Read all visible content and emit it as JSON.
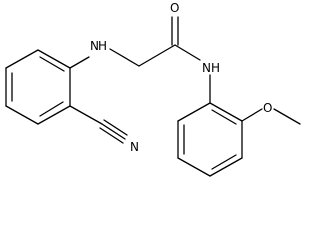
{
  "molecule": {
    "atom_labels": {
      "nh_amine": "H",
      "nh_amine_n": "N",
      "carbonyl_o": "O",
      "amide_n": "N",
      "amide_h": "H",
      "nitrile_n": "N",
      "methoxy_o": "O"
    }
  }
}
